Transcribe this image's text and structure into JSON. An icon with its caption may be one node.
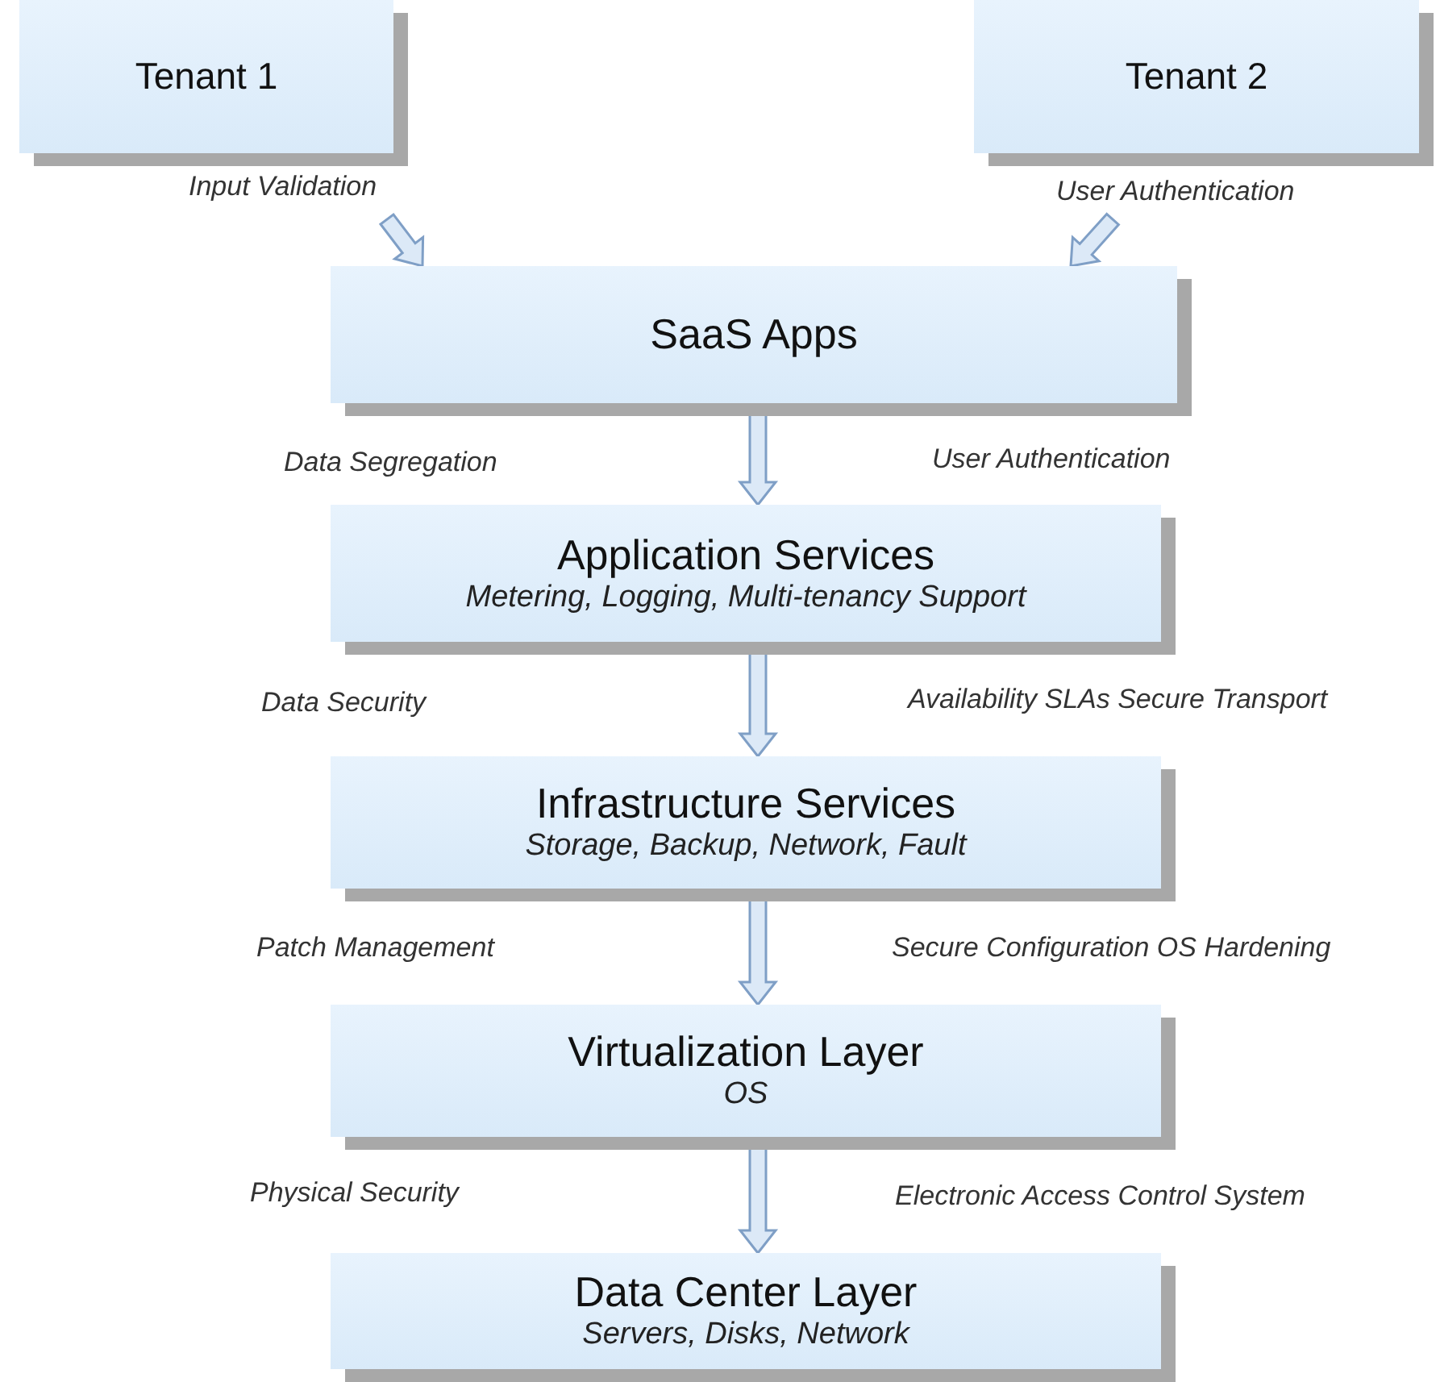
{
  "diagram": {
    "nodes": [
      {
        "text": [
          "Tenant 1"
        ]
      },
      {
        "text": [
          "Tenant 2"
        ]
      },
      {
        "text": [
          "SaaS Apps"
        ]
      },
      {
        "text": [
          "Application Services",
          "Metering, Logging, Multi-tenancy Support"
        ]
      },
      {
        "text": [
          "Infrastructure Services",
          "Storage, Backup, Network, Fault"
        ]
      },
      {
        "text": [
          "Virtualization Layer",
          "OS"
        ]
      },
      {
        "text": [
          "Data Center Layer",
          "Servers, Disks, Network"
        ]
      }
    ],
    "edges": [
      {
        "from": 0,
        "to": 2,
        "arrow": "to"
      },
      {
        "from": 1,
        "to": 2,
        "arrow": "to"
      },
      {
        "from": 2,
        "to": 3,
        "arrow": "to"
      },
      {
        "from": 3,
        "to": 4,
        "arrow": "to"
      },
      {
        "from": 4,
        "to": 5,
        "arrow": "to"
      },
      {
        "from": 5,
        "to": 6,
        "arrow": "to"
      }
    ],
    "labels": [
      "Input Validation",
      "User Authentication",
      "Data Segregation",
      "User Authentication",
      "Data Security",
      "Availability SLAs Secure Transport",
      "Patch Management",
      "Secure Configuration OS Hardening",
      "Physical Security",
      "Electronic Access Control System"
    ]
  }
}
